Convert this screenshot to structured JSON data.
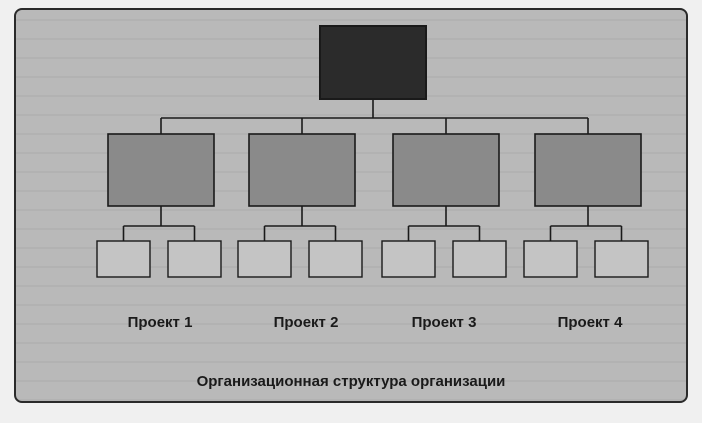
{
  "diagram": {
    "root": {
      "label": ""
    },
    "projects": [
      {
        "label": "Проект 1"
      },
      {
        "label": "Проект 2"
      },
      {
        "label": "Проект 3"
      },
      {
        "label": "Проект 4"
      }
    ],
    "caption": "Организационная структура организации"
  },
  "colors": {
    "background": "#b9b9b9",
    "root_fill": "#2b2b2b",
    "project_fill": "#8a8a8a",
    "sub_fill": "#c4c4c4",
    "line": "#1a1a1a"
  }
}
